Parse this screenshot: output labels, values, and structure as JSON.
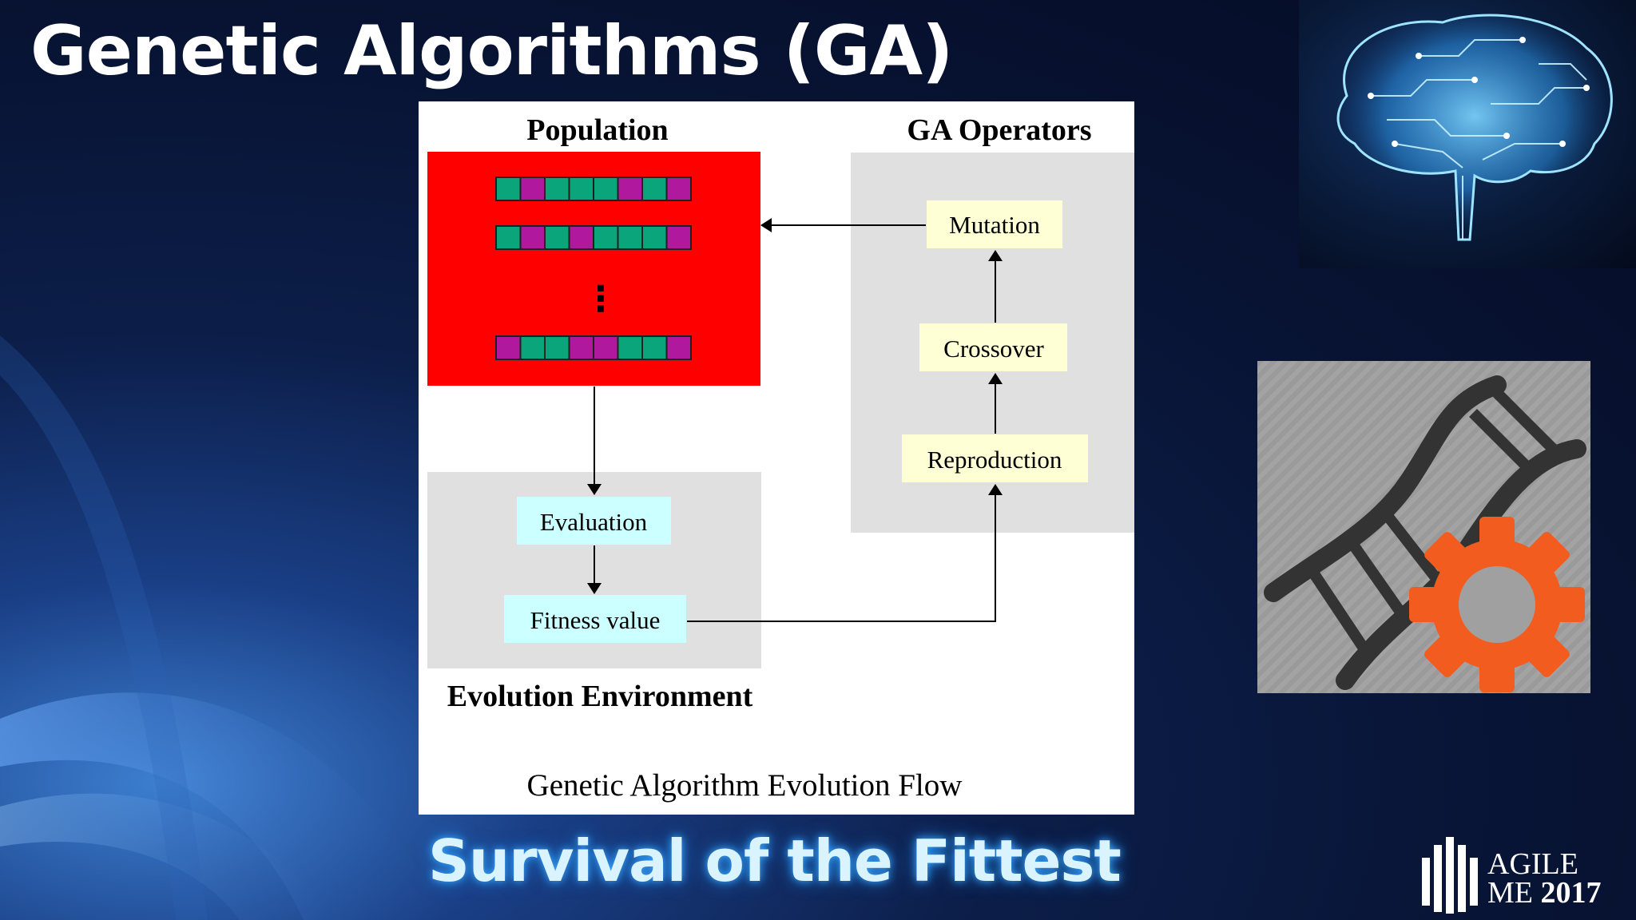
{
  "slide": {
    "title": "Genetic Algorithms (GA)",
    "tagline": "Survival of the Fittest"
  },
  "diagram": {
    "population_title": "Population",
    "operators_title": "GA Operators",
    "environment_title": "Evolution Environment",
    "caption": "Genetic Algorithm Evolution Flow",
    "operators": {
      "mutation": "Mutation",
      "crossover": "Crossover",
      "reproduction": "Reproduction"
    },
    "environment": {
      "evaluation": "Evaluation",
      "fitness": "Fitness value"
    },
    "ellipsis": "⋮",
    "chromosomes": [
      [
        "g",
        "m",
        "g",
        "g",
        "g",
        "m",
        "g",
        "m"
      ],
      [
        "g",
        "m",
        "g",
        "m",
        "g",
        "g",
        "g",
        "m"
      ],
      [
        "m",
        "g",
        "g",
        "m",
        "m",
        "g",
        "g",
        "m"
      ]
    ]
  },
  "logo": {
    "line1": "AGILE",
    "line2_prefix": "ME",
    "line2_year": "2017"
  },
  "images": {
    "brain": "circuit-brain-icon",
    "dna_gear": "dna-gear-icon"
  },
  "colors": {
    "population_fill": "#ff0000",
    "gene_green": "#0aa57a",
    "gene_magenta": "#b0189e",
    "operator_box": "#ffffd6",
    "environment_box": "#ccffff",
    "panel_gray": "#e0e0e0",
    "gear_orange": "#f25c1f",
    "dna_dark": "#333333"
  }
}
